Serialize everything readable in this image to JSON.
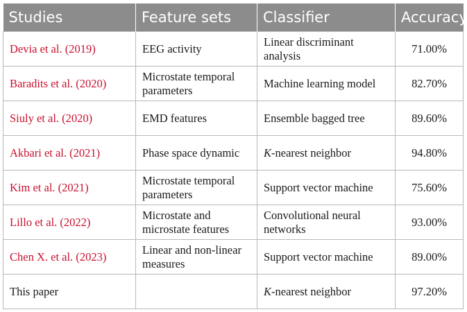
{
  "table": {
    "headers": [
      "Studies",
      "Feature sets",
      "Classifier",
      "Accuracy"
    ],
    "rows": [
      {
        "author": "Devia et al. (",
        "year": "2019",
        "close": ")",
        "features": "EEG activity",
        "classifier_italic": "",
        "classifier": "Linear discriminant analysis",
        "accuracy": "71.00%"
      },
      {
        "author": "Baradits et al. (",
        "year": "2020",
        "close": ")",
        "features": "Microstate temporal parameters",
        "classifier_italic": "",
        "classifier": "Machine learning model",
        "accuracy": "82.70%"
      },
      {
        "author": "Siuly et al. (",
        "year": "2020",
        "close": ")",
        "features": "EMD features",
        "classifier_italic": "",
        "classifier": "Ensemble bagged tree",
        "accuracy": "89.60%"
      },
      {
        "author": "Akbari et al. (",
        "year": "2021",
        "close": ")",
        "features": "Phase space dynamic",
        "classifier_italic": "K",
        "classifier": "-nearest neighbor",
        "accuracy": "94.80%"
      },
      {
        "author": "Kim et al. (",
        "year": "2021",
        "close": ")",
        "features": "Microstate temporal parameters",
        "classifier_italic": "",
        "classifier": "Support vector machine",
        "accuracy": "75.60%"
      },
      {
        "author": "Lillo et al. (",
        "year": "2022",
        "close": ")",
        "features": "Microstate and microstate features",
        "classifier_italic": "",
        "classifier": "Convolutional neural networks",
        "accuracy": "93.00%"
      },
      {
        "author": "Chen X. et al. (",
        "year": "2023",
        "close": ")",
        "features": "Linear and non-linear measures",
        "classifier_italic": "",
        "classifier": "Support vector machine",
        "accuracy": "89.00%"
      },
      {
        "author": "This paper",
        "year": "",
        "close": "",
        "features": "",
        "classifier_italic": "K",
        "classifier": "-nearest neighbor",
        "accuracy": "97.20%",
        "plain": true
      }
    ]
  },
  "colors": {
    "header_bg": "#8c8c8c",
    "header_text": "#ffffff",
    "citation": "#c8102e",
    "grid": "#b8b8b8"
  }
}
